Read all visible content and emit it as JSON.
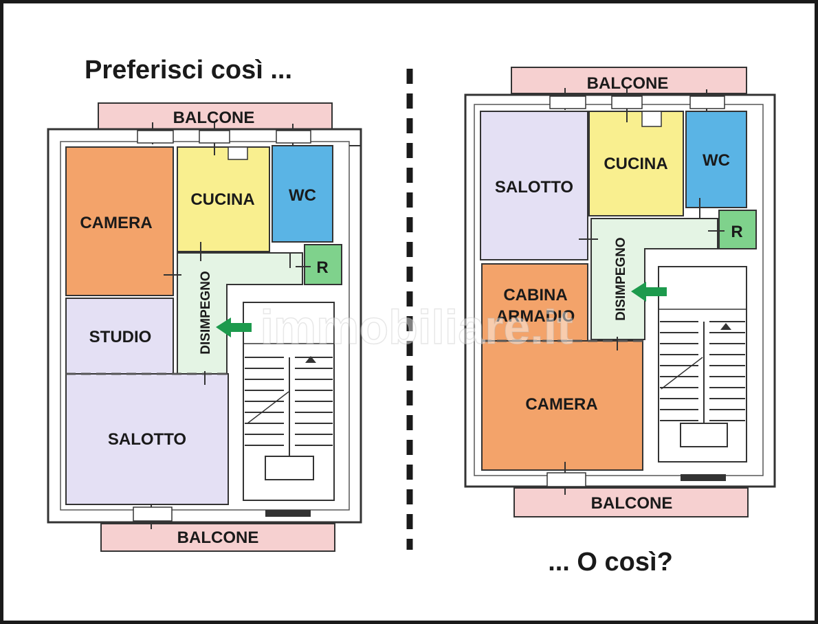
{
  "captions": {
    "left": "Preferisci così ...",
    "right": "... O così?"
  },
  "watermark": "immobiliare.it",
  "left_plan": {
    "balcony_top": "BALCONE",
    "balcony_bottom": "BALCONE",
    "rooms": {
      "camera": "CAMERA",
      "cucina": "CUCINA",
      "wc": "WC",
      "r": "R",
      "disimpegno": "DISIMPEGNO",
      "studio": "STUDIO",
      "salotto": "SALOTTO"
    }
  },
  "right_plan": {
    "balcony_top": "BALCONE",
    "balcony_bottom": "BALCONE",
    "rooms": {
      "salotto": "SALOTTO",
      "cucina": "CUCINA",
      "wc": "WC",
      "r": "R",
      "disimpegno": "DISIMPEGNO",
      "cabina_1": "CABINA",
      "cabina_2": "ARMADIO",
      "camera": "CAMERA"
    }
  },
  "colors": {
    "orange": "#f3a36a",
    "yellow": "#f9ef8f",
    "blue": "#5ab4e5",
    "green": "#7fd28c",
    "lavender": "#e4e0f4",
    "light_green": "#e4f4e4",
    "balcony": "#f6d0d0",
    "arrow": "#1d9a4d",
    "wall": "#1a1a1a"
  }
}
